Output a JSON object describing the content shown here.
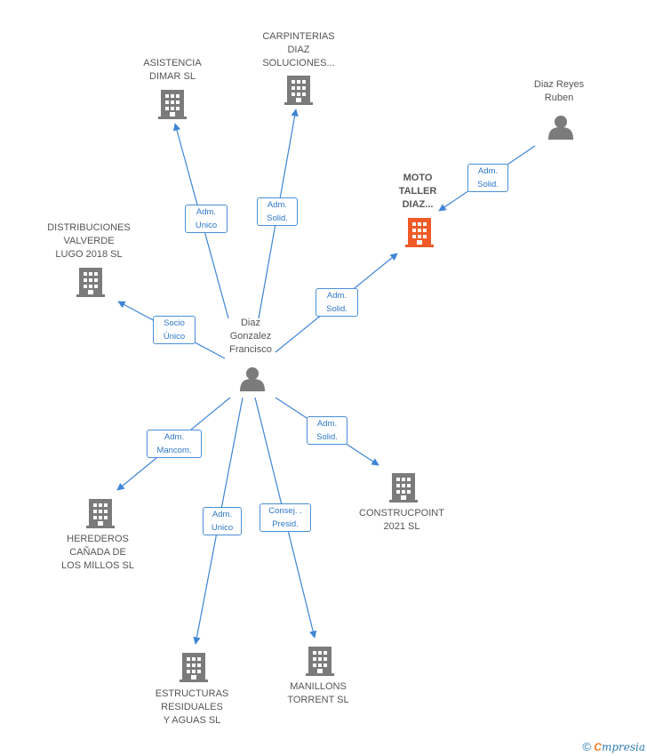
{
  "colors": {
    "edge": "#3d85d6",
    "node": "#7b7b7b",
    "focus": "#f05a28"
  },
  "center": {
    "name": "Diaz\nGonzalez\nFrancisco",
    "icon": "person-icon"
  },
  "person": {
    "name": "Diaz Reyes\nRuben",
    "icon": "person-icon"
  },
  "focus_company": {
    "name": "MOTO\nTALLER\nDIAZ...",
    "icon": "building-icon"
  },
  "companies": [
    {
      "name": "ASISTENCIA\nDIMAR  SL"
    },
    {
      "name": "CARPINTERIAS\nDIAZ\nSOLUCIONES..."
    },
    {
      "name": "DISTRIBUCIONES\nVALVERDE\nLUGO 2018  SL"
    },
    {
      "name": "HEREDEROS\nCAÑADA DE\nLOS MILLOS SL"
    },
    {
      "name": "ESTRUCTURAS\nRESIDUALES\nY AGUAS SL"
    },
    {
      "name": "MANILLONS\nTORRENT  SL"
    },
    {
      "name": "CONSTRUCPOINT\n2021  SL"
    }
  ],
  "edges": [
    {
      "label": "Adm.\nUnico"
    },
    {
      "label": "Adm.\nSolid."
    },
    {
      "label": "Socio\nÚnico"
    },
    {
      "label": "Adm.\nSolid."
    },
    {
      "label": "Adm.\nSolid."
    },
    {
      "label": "Adm.\nMancom."
    },
    {
      "label": "Adm.\nUnico"
    },
    {
      "label": "Consej. .\nPresid."
    },
    {
      "label": "Adm.\nSolid."
    }
  ],
  "footer": {
    "copyright": "©",
    "brand_first": "C",
    "brand_rest": "mpresia"
  }
}
